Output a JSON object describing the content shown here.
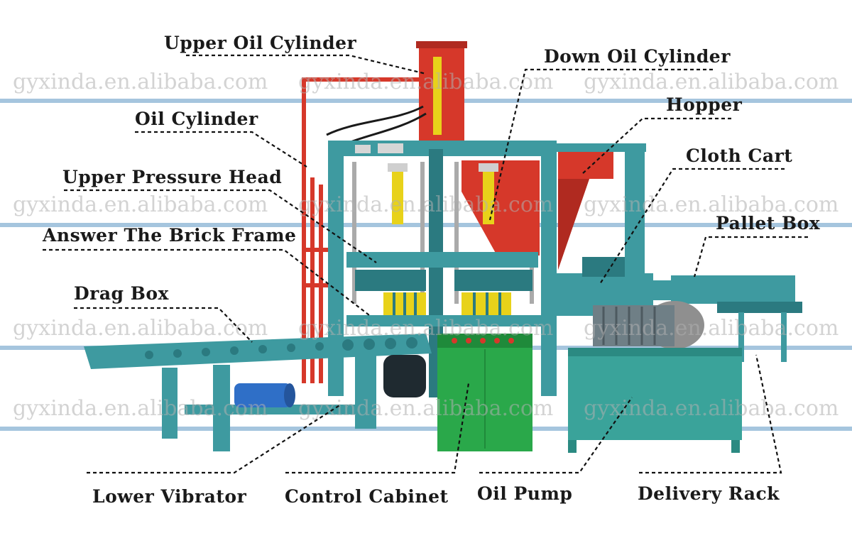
{
  "watermark": "gyxinda.en.alibaba.com",
  "labels": {
    "upper_oil_cylinder": "Upper Oil Cylinder",
    "down_oil_cylinder": "Down Oil Cylinder",
    "oil_cylinder": "Oil Cylinder",
    "hopper": "Hopper",
    "cloth_cart": "Cloth Cart",
    "upper_pressure_head": "Upper Pressure Head",
    "pallet_box": "Pallet Box",
    "answer_brick_frame": "Answer The Brick Frame",
    "drag_box": "Drag Box",
    "lower_vibrator": "Lower Vibrator",
    "control_cabinet": "Control Cabinet",
    "oil_pump": "Oil Pump",
    "delivery_rack": "Delivery Rack"
  },
  "colors": {
    "frame_teal": "#3e9aa0",
    "frame_dark": "#2b7a80",
    "hopper_red": "#d6382a",
    "oil_pump_teal": "#3aa39a",
    "cabinet_green": "#2aa84a",
    "cylinder_yellow": "#e8d21a",
    "stripe_blue": "#8fb7d6"
  }
}
